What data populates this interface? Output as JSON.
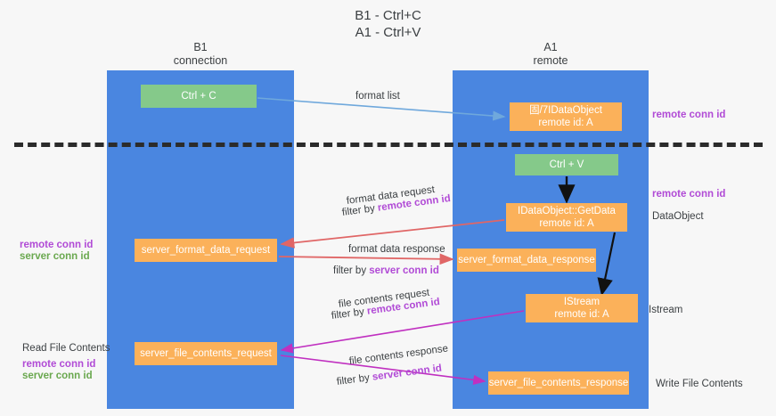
{
  "title": {
    "line1": "B1 - Ctrl+C",
    "line2": "A1 - Ctrl+V"
  },
  "lanes": [
    {
      "id": "b1",
      "title": "B1",
      "subtitle": "connection",
      "color": "#4a86e0"
    },
    {
      "id": "a1",
      "title": "A1",
      "subtitle": "remote",
      "color": "#4a86e0"
    }
  ],
  "colors": {
    "lane_blue": "#4a86e0",
    "node_green": "#85c98a",
    "node_orange": "#fbb15a",
    "remote_conn_id": "#b14bd6",
    "server_conn_id": "#6aa84f",
    "arrow_blue": "#6fa8dc",
    "arrow_red": "#e06666",
    "arrow_magenta": "#c030c0",
    "arrow_black": "#000000",
    "divider": "#2b2b2b"
  },
  "nodes": {
    "ctrl_c": {
      "label": "Ctrl + C"
    },
    "idataobject": {
      "line1": "固/7IDataObject",
      "line2": "remote id: A"
    },
    "ctrl_v": {
      "label": "Ctrl + V"
    },
    "getdata": {
      "line1": "IDataObject::GetData",
      "line2": "remote id: A"
    },
    "server_format_data_request": {
      "label": "server_format_data_request"
    },
    "server_format_data_response": {
      "label": "server_format_data_response"
    },
    "istream": {
      "line1": "IStream",
      "line2": "remote id: A"
    },
    "server_file_contents_request": {
      "label": "server_file_contents_request"
    },
    "server_file_contents_response": {
      "label": "server_file_contents_response"
    }
  },
  "flow_labels": {
    "format_list": "format list",
    "format_data_request": "format data request",
    "format_data_request_filter_prefix": "filter by ",
    "format_data_request_filter_key": "remote conn id",
    "format_data_response": "format data response",
    "format_data_response_filter_prefix": "filter by ",
    "format_data_response_filter_key": "server conn id",
    "file_contents_request": "file contents request",
    "file_contents_request_filter_prefix": "filter by ",
    "file_contents_request_filter_key": "remote conn id",
    "file_contents_response": "file contents response",
    "file_contents_response_filter_prefix": "filter by ",
    "file_contents_response_filter_key": "server conn id"
  },
  "annotations": {
    "right": {
      "remote_conn_id_top": "remote conn id",
      "remote_conn_id_mid": "remote conn id",
      "dataobject": "DataObject",
      "istream": "Istream",
      "write_file_contents": "Write File Contents"
    },
    "left": {
      "remote_conn_id_mid": "remote conn id",
      "server_conn_id_mid": "server conn id",
      "read_file_contents": "Read File Contents",
      "remote_conn_id_bottom": "remote conn id",
      "server_conn_id_bottom": "server conn id"
    }
  }
}
